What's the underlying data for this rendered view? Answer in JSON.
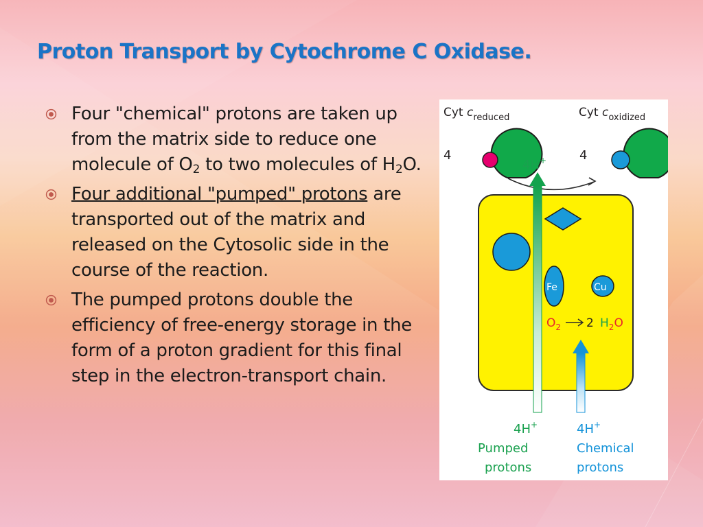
{
  "slide": {
    "title": "Proton Transport by Cytochrome C Oxidase."
  },
  "bullets": [
    {
      "part1": "Four \"chemical\" protons are taken up from the matrix side to reduce one molecule of O",
      "sub1": "2",
      "part2": " to two molecules of H",
      "sub2": "2",
      "part3": "O."
    },
    {
      "underlined": "Four additional \"pumped\" protons",
      "rest": " are transported out of the matrix and released on the Cytosolic side in the course of the reaction."
    },
    {
      "text": "The pumped protons double the efficiency of free-energy storage in the form of a proton gradient for this final step in the electron-transport chain."
    }
  ],
  "figure": {
    "cyt_label": "Cyt",
    "cyt_italic": "c",
    "reduced": "reduced",
    "oxidized": "oxidized",
    "count_left": "4",
    "count_right": "4",
    "top_protons": "4H",
    "fe": "Fe",
    "cu": "Cu",
    "o2_letter": "O",
    "o2_sub": "2",
    "arrow_coef": "2",
    "h2o_h": "H",
    "h2o_sub": "2",
    "h2o_o": "O",
    "pumped_count": "4H",
    "pumped_line1": "Pumped",
    "pumped_line2": "protons",
    "chemical_count": "4H",
    "chemical_line1": "Chemical",
    "chemical_line2": "protons",
    "plus": "+"
  },
  "colors": {
    "title": "#1a74c6",
    "membrane_protein": "#fff200",
    "cytc_green": "#11a94a",
    "heme_red": "#e6006e",
    "copper_blue": "#1a9ad9",
    "pumped_green": "#1aa14f",
    "chemical_blue": "#1493d9",
    "oxygen_red": "#e8262b"
  }
}
